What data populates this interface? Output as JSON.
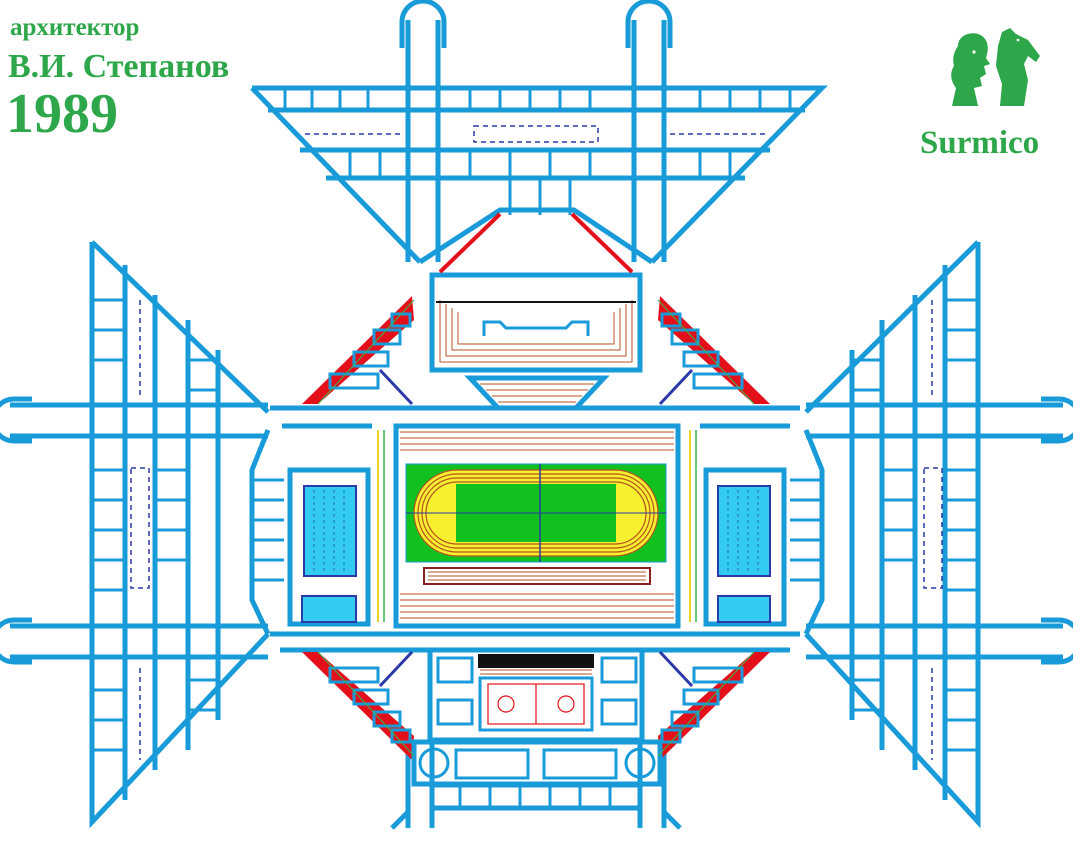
{
  "caption": {
    "role": "архитектор",
    "author": "В.И. Степанов",
    "year": "1989"
  },
  "brand": {
    "name": "Surmico",
    "logo_icon": "horse-and-man-head-logo-icon"
  },
  "colors": {
    "walls": "#199bd9",
    "accent_text": "#2ea64a",
    "field": "#11c21f",
    "track_end": "#f7f030",
    "pool": "#33ccf0",
    "stairs": "#e3101b",
    "seating": "#b5531f"
  }
}
